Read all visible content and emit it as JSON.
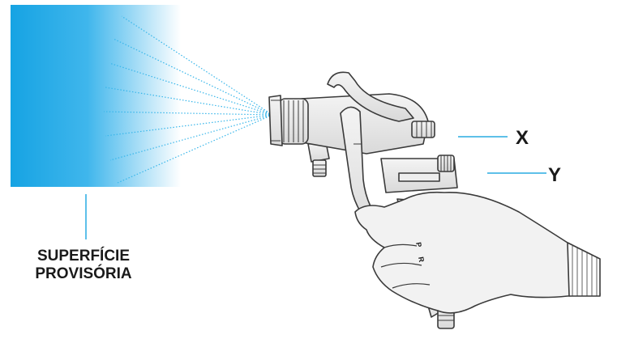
{
  "labels": {
    "surface_line1": "SUPERFÍCIE",
    "surface_line2": "PROVISÓRIA",
    "x": "X",
    "y": "Y"
  },
  "trigger_letters": [
    "P",
    "R"
  ],
  "colors": {
    "surface_blue": "#1aa7e6",
    "spray": "#38b6ea",
    "leader_line": "#29abe2",
    "outline": "#3a3a3a"
  },
  "icons": {
    "spray_gun": "spray-gun-icon",
    "hand": "gloved-hand-icon"
  }
}
